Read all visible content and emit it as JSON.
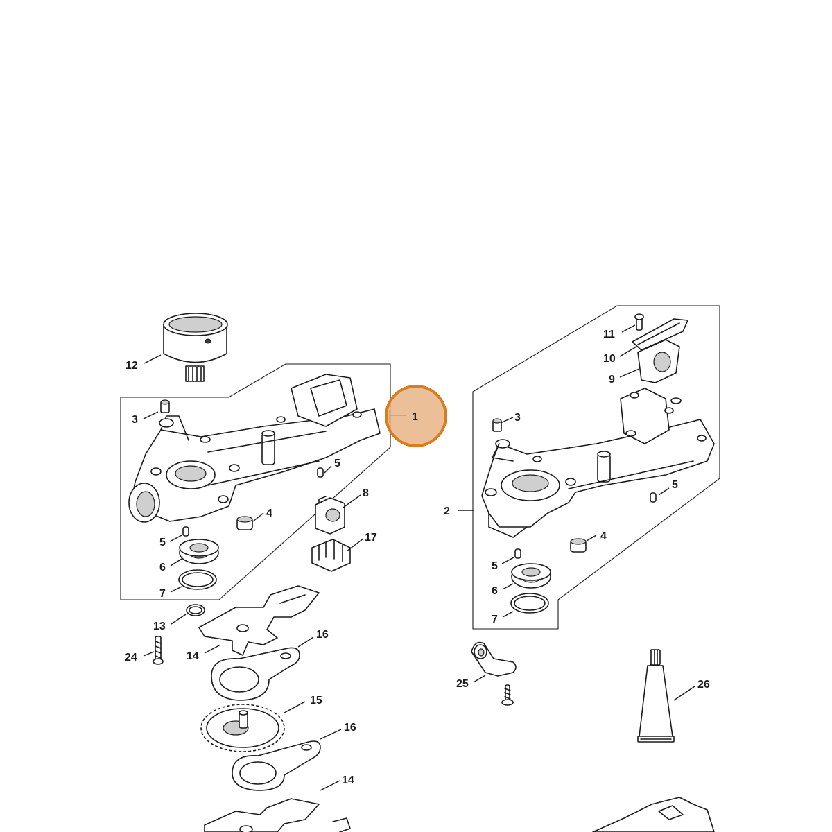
{
  "callouts": [
    {
      "id": "c1",
      "label": "1",
      "highlighted": true
    },
    {
      "id": "c2",
      "label": "2"
    },
    {
      "id": "c3a",
      "label": "3"
    },
    {
      "id": "c3b",
      "label": "3"
    },
    {
      "id": "c4a",
      "label": "4"
    },
    {
      "id": "c4b",
      "label": "4"
    },
    {
      "id": "c5a",
      "label": "5"
    },
    {
      "id": "c5b",
      "label": "5"
    },
    {
      "id": "c5c",
      "label": "5"
    },
    {
      "id": "c5d",
      "label": "5"
    },
    {
      "id": "c6a",
      "label": "6"
    },
    {
      "id": "c6b",
      "label": "6"
    },
    {
      "id": "c7a",
      "label": "7"
    },
    {
      "id": "c7b",
      "label": "7"
    },
    {
      "id": "c8",
      "label": "8"
    },
    {
      "id": "c9",
      "label": "9"
    },
    {
      "id": "c10",
      "label": "10"
    },
    {
      "id": "c11",
      "label": "11"
    },
    {
      "id": "c12",
      "label": "12"
    },
    {
      "id": "c13",
      "label": "13"
    },
    {
      "id": "c14a",
      "label": "14"
    },
    {
      "id": "c14b",
      "label": "14"
    },
    {
      "id": "c15",
      "label": "15"
    },
    {
      "id": "c16a",
      "label": "16"
    },
    {
      "id": "c16b",
      "label": "16"
    },
    {
      "id": "c17",
      "label": "17"
    },
    {
      "id": "c24",
      "label": "24"
    },
    {
      "id": "c25",
      "label": "25"
    },
    {
      "id": "c26",
      "label": "26"
    }
  ],
  "highlight_color": "#e8b486"
}
